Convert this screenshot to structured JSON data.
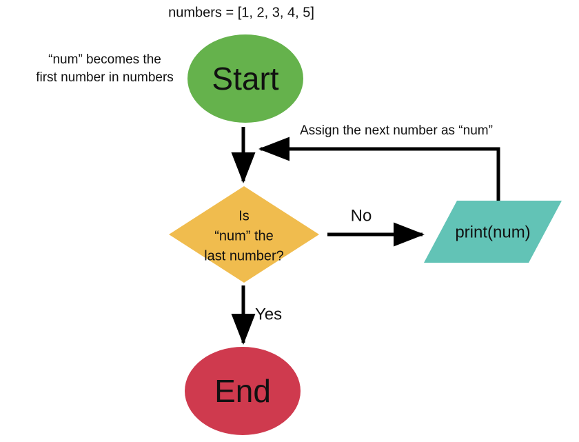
{
  "diagram": {
    "type": "flowchart",
    "title": "numbers = [1, 2, 3, 4, 5]",
    "background_color": "#ffffff",
    "line_color": "#000000",
    "text_color": "#111111"
  },
  "annotations": {
    "start_note_line1": "“num” becomes the",
    "start_note_line2": "first number in numbers",
    "loop_note": "Assign the next number as “num”"
  },
  "nodes": {
    "start": {
      "label": "Start",
      "shape": "ellipse",
      "color": "#65b24c"
    },
    "decision": {
      "shape": "diamond",
      "color": "#f0bc4e",
      "line1": "Is",
      "line2": "“num” the",
      "line3": "last number?"
    },
    "print": {
      "label": "print(num)",
      "shape": "parallelogram",
      "color": "#62c3b6"
    },
    "end": {
      "label": "End",
      "shape": "ellipse",
      "color": "#cf3a4e"
    }
  },
  "edges": {
    "start_to_decision": {
      "label": ""
    },
    "decision_to_print": {
      "label": "No"
    },
    "decision_to_end": {
      "label": "Yes"
    },
    "print_to_decision_loop": {
      "label": ""
    }
  }
}
